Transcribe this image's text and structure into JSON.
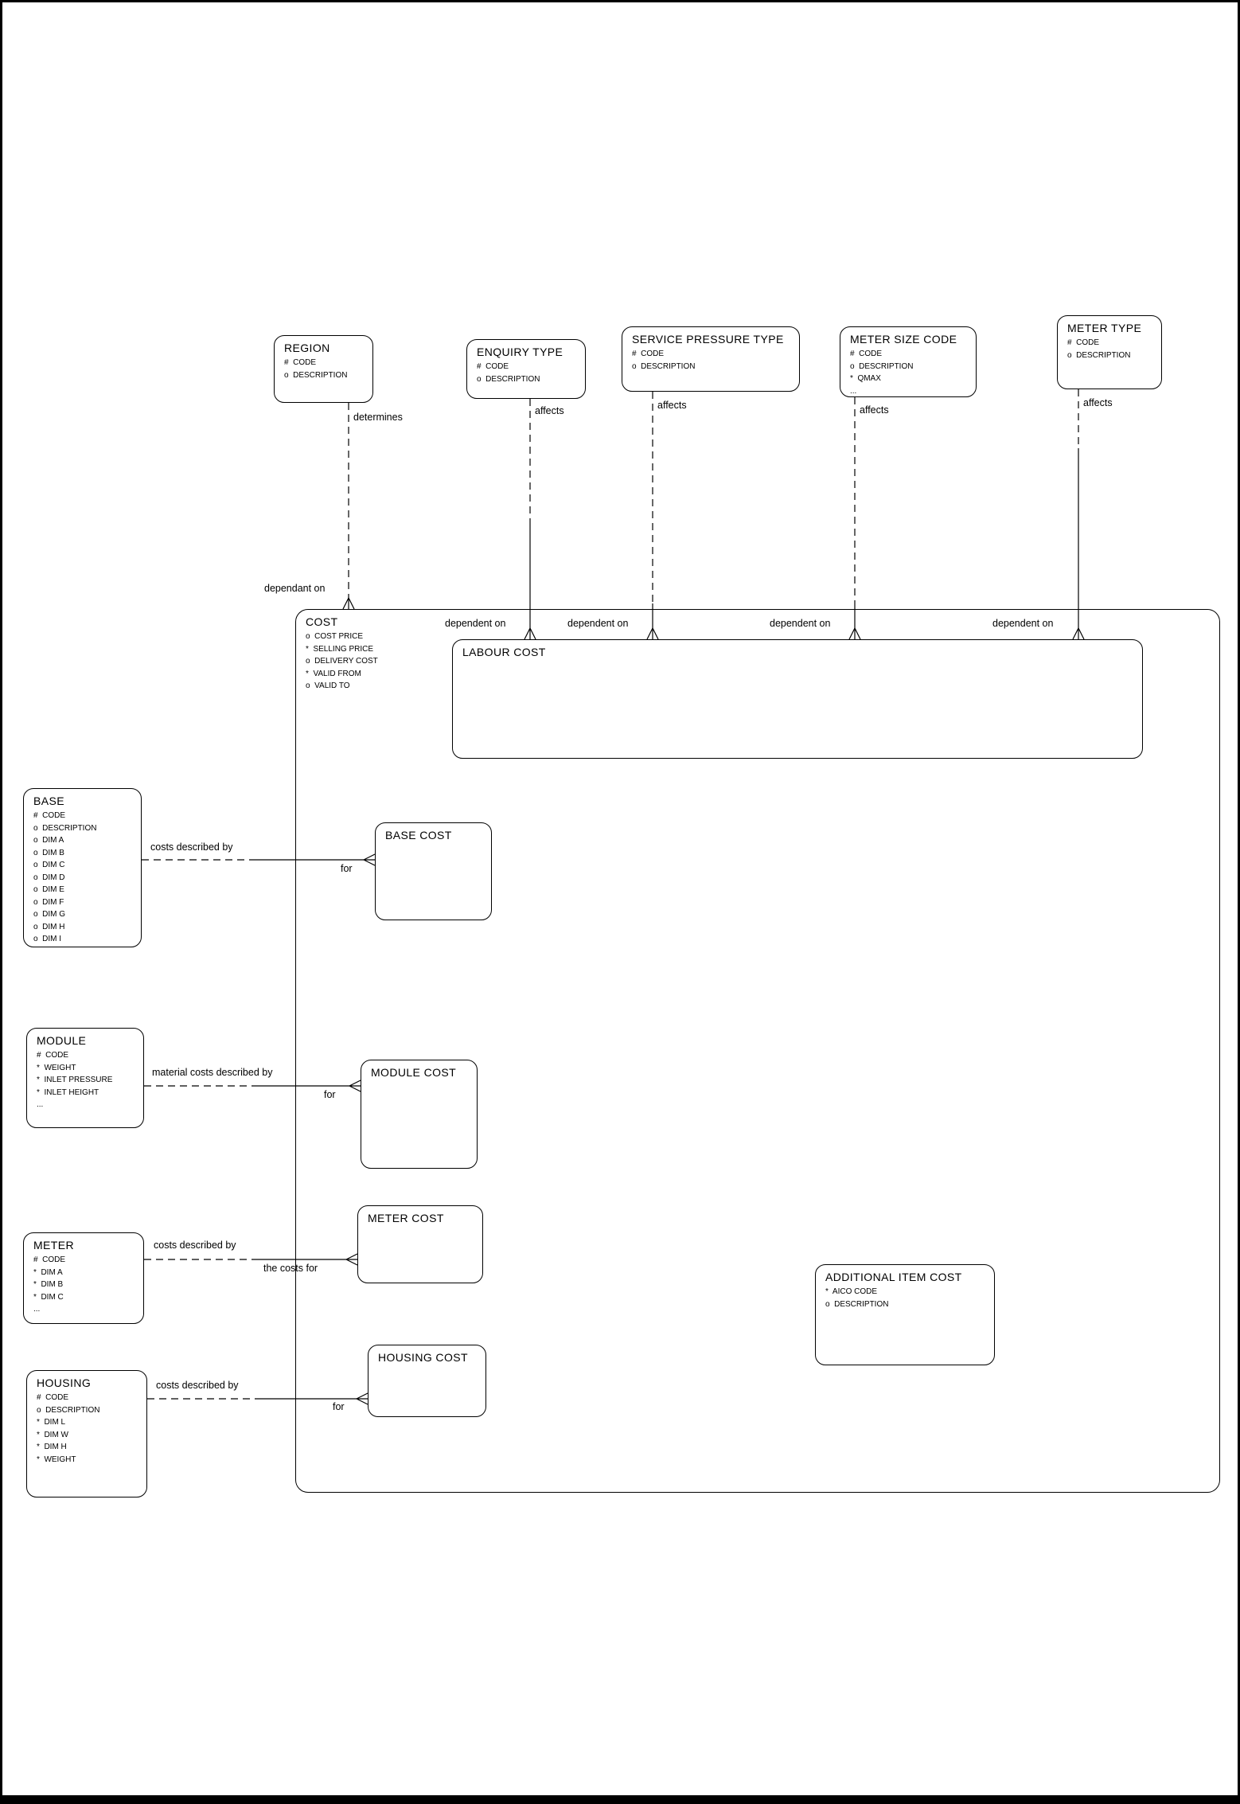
{
  "entities": {
    "region": {
      "title": "REGION",
      "attrs": [
        "#  CODE",
        "o  DESCRIPTION"
      ]
    },
    "enquiry_type": {
      "title": "ENQUIRY TYPE",
      "attrs": [
        "#  CODE",
        "o  DESCRIPTION"
      ]
    },
    "service_pressure_type": {
      "title": "SERVICE PRESSURE TYPE",
      "attrs": [
        "#  CODE",
        "o  DESCRIPTION"
      ]
    },
    "meter_size_code": {
      "title": "METER SIZE CODE",
      "attrs": [
        "#  CODE",
        "o  DESCRIPTION",
        "*  QMAX",
        "..."
      ]
    },
    "meter_type": {
      "title": "METER TYPE",
      "attrs": [
        "#  CODE",
        "o  DESCRIPTION"
      ]
    },
    "cost": {
      "title": "COST",
      "attrs": [
        "o  COST PRICE",
        "*  SELLING PRICE",
        "o  DELIVERY COST",
        "*  VALID FROM",
        "o  VALID TO"
      ]
    },
    "labour_cost": {
      "title": "LABOUR COST"
    },
    "base": {
      "title": "BASE",
      "attrs": [
        "#  CODE",
        "o  DESCRIPTION",
        "o  DIM A",
        "o  DIM B",
        "o  DIM C",
        "o  DIM D",
        "o  DIM E",
        "o  DIM F",
        "o  DIM G",
        "o  DIM H",
        "o  DIM I"
      ]
    },
    "base_cost": {
      "title": "BASE COST"
    },
    "module": {
      "title": "MODULE",
      "attrs": [
        "#  CODE",
        "*  WEIGHT",
        "*  INLET PRESSURE",
        "*  INLET HEIGHT",
        "..."
      ]
    },
    "module_cost": {
      "title": "MODULE COST"
    },
    "meter": {
      "title": "METER",
      "attrs": [
        "#  CODE",
        "*  DIM A",
        "*  DIM B",
        "*  DIM C",
        "..."
      ]
    },
    "meter_cost": {
      "title": "METER COST"
    },
    "housing": {
      "title": "HOUSING",
      "attrs": [
        "#  CODE",
        "o  DESCRIPTION",
        "*  DIM L",
        "*  DIM W",
        "*  DIM H",
        "*  WEIGHT"
      ]
    },
    "housing_cost": {
      "title": "HOUSING COST"
    },
    "additional_item_cost": {
      "title": "ADDITIONAL ITEM COST",
      "attrs": [
        "*  AICO CODE",
        "o  DESCRIPTION"
      ]
    }
  },
  "labels": {
    "determines": "determines",
    "dependant_on": "dependant on",
    "dependent_on": "dependent on",
    "affects": "affects",
    "costs_described_by": "costs described by",
    "material_costs_described_by": "material costs described by",
    "the_costs_for": "the costs for",
    "for": "for"
  },
  "colors": {
    "line": "#000000",
    "background": "#ffffff"
  }
}
